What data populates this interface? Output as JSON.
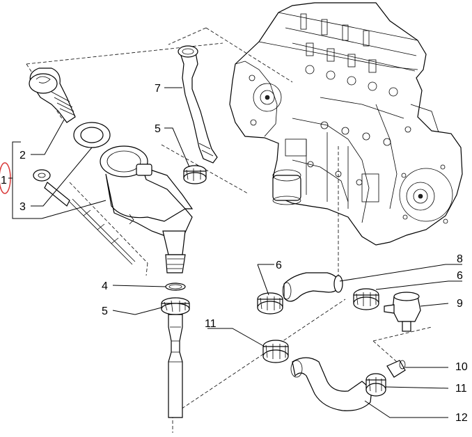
{
  "diagram": {
    "title": "Oil filler / crankcase breather assembly — exploded view",
    "highlight_color": "#d93a3a",
    "line_color": "#000000",
    "labels": [
      {
        "id": "1",
        "text": "1"
      },
      {
        "id": "2",
        "text": "2"
      },
      {
        "id": "3",
        "text": "3"
      },
      {
        "id": "4",
        "text": "4"
      },
      {
        "id": "5a",
        "text": "5"
      },
      {
        "id": "5b",
        "text": "5"
      },
      {
        "id": "6a",
        "text": "6"
      },
      {
        "id": "6b",
        "text": "6"
      },
      {
        "id": "7",
        "text": "7"
      },
      {
        "id": "8",
        "text": "8"
      },
      {
        "id": "9",
        "text": "9"
      },
      {
        "id": "10",
        "text": "10"
      },
      {
        "id": "11a",
        "text": "11"
      },
      {
        "id": "11b",
        "text": "11"
      },
      {
        "id": "12",
        "text": "12"
      }
    ]
  }
}
